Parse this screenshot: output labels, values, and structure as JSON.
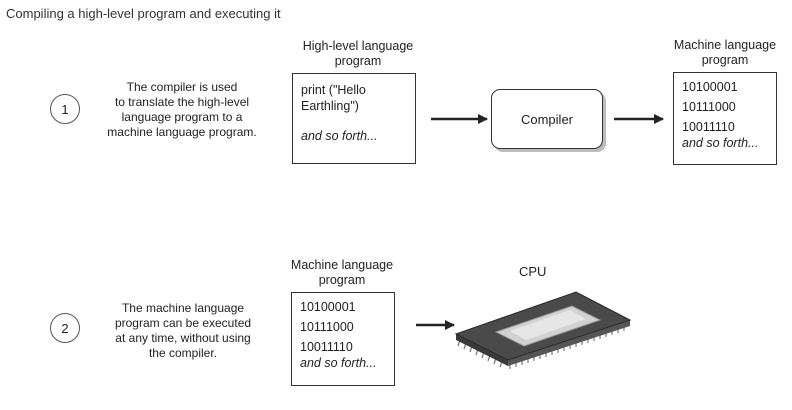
{
  "title": "Compiling a high-level program and executing it",
  "step1": {
    "number": "1",
    "description": "The compiler is used\nto translate the high-level\nlanguage program to a\nmachine language program.",
    "source_label": "High-level language\nprogram",
    "source_code": "print (\"Hello\nEarthling\")",
    "source_more": "and so forth...",
    "compiler_label": "Compiler",
    "output_label": "Machine language\nprogram",
    "output_lines": [
      "10100001",
      "10111000",
      "10011110"
    ],
    "output_more": "and so forth..."
  },
  "step2": {
    "number": "2",
    "description": "The machine language\nprogram can be executed\nat any time, without using\nthe compiler.",
    "program_label": "Machine language\nprogram",
    "program_lines": [
      "10100001",
      "10111000",
      "10011110"
    ],
    "program_more": "and so forth...",
    "cpu_label": "CPU"
  }
}
